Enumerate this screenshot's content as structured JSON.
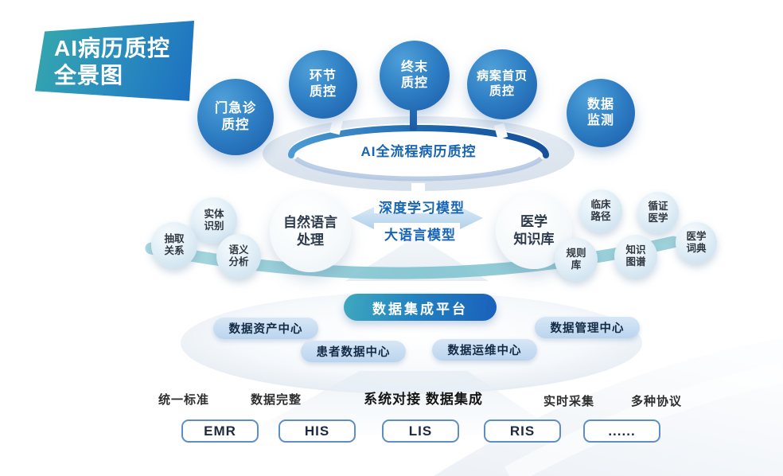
{
  "banner": {
    "line1": "AI病历质控",
    "line2": "全景图"
  },
  "ring": {
    "label": "AI全流程病历质控"
  },
  "top_circles": [
    {
      "id": "outpatient-qc",
      "lines": [
        "门急诊",
        "质控"
      ]
    },
    {
      "id": "process-qc",
      "lines": [
        "环节",
        "质控"
      ]
    },
    {
      "id": "final-qc",
      "lines": [
        "终末",
        "质控"
      ]
    },
    {
      "id": "frontpage-qc",
      "lines": [
        "病案首页",
        "质控"
      ]
    },
    {
      "id": "data-monitor",
      "lines": [
        "数据",
        "监测"
      ]
    }
  ],
  "middle": {
    "model_top": "深度学习模型",
    "model_bottom": "大语言模型",
    "nlp": {
      "lines": [
        "自然语言",
        "处理"
      ]
    },
    "kb": {
      "lines": [
        "医学",
        "知识库"
      ]
    },
    "nlp_satellites": [
      {
        "lines": [
          "实体",
          "识别"
        ]
      },
      {
        "lines": [
          "抽取",
          "关系"
        ]
      },
      {
        "lines": [
          "语义",
          "分析"
        ]
      }
    ],
    "kb_satellites": [
      {
        "lines": [
          "临床",
          "路径"
        ]
      },
      {
        "lines": [
          "循证",
          "医学"
        ]
      },
      {
        "lines": [
          "医学",
          "词典"
        ]
      },
      {
        "lines": [
          "规则",
          "库"
        ]
      },
      {
        "lines": [
          "知识",
          "图谱"
        ]
      }
    ]
  },
  "platform": {
    "title": "数据集成平台",
    "centers": [
      "数据资产中心",
      "患者数据中心",
      "数据运维中心",
      "数据管理中心"
    ]
  },
  "integration": {
    "left_labels": [
      "统一标准",
      "数据完整"
    ],
    "center_label": "系统对接 数据集成",
    "right_labels": [
      "实时采集",
      "多种协议"
    ],
    "systems": [
      "EMR",
      "HIS",
      "LIS",
      "RIS",
      "......"
    ]
  },
  "colors": {
    "node_blue_dark": "#1A5CA8",
    "node_blue_light": "#4FA0D8",
    "banner_teal": "#35AAAB",
    "banner_blue": "#1C6FC0",
    "ring_text_blue": "#1765B5",
    "swoosh_teal": "#8BC8D2",
    "pill_light_blue": "#BAD4EE",
    "platform_teal": "#3FA9BE",
    "platform_blue": "#1A60BC",
    "box_border_blue": "#5E8FC4"
  }
}
